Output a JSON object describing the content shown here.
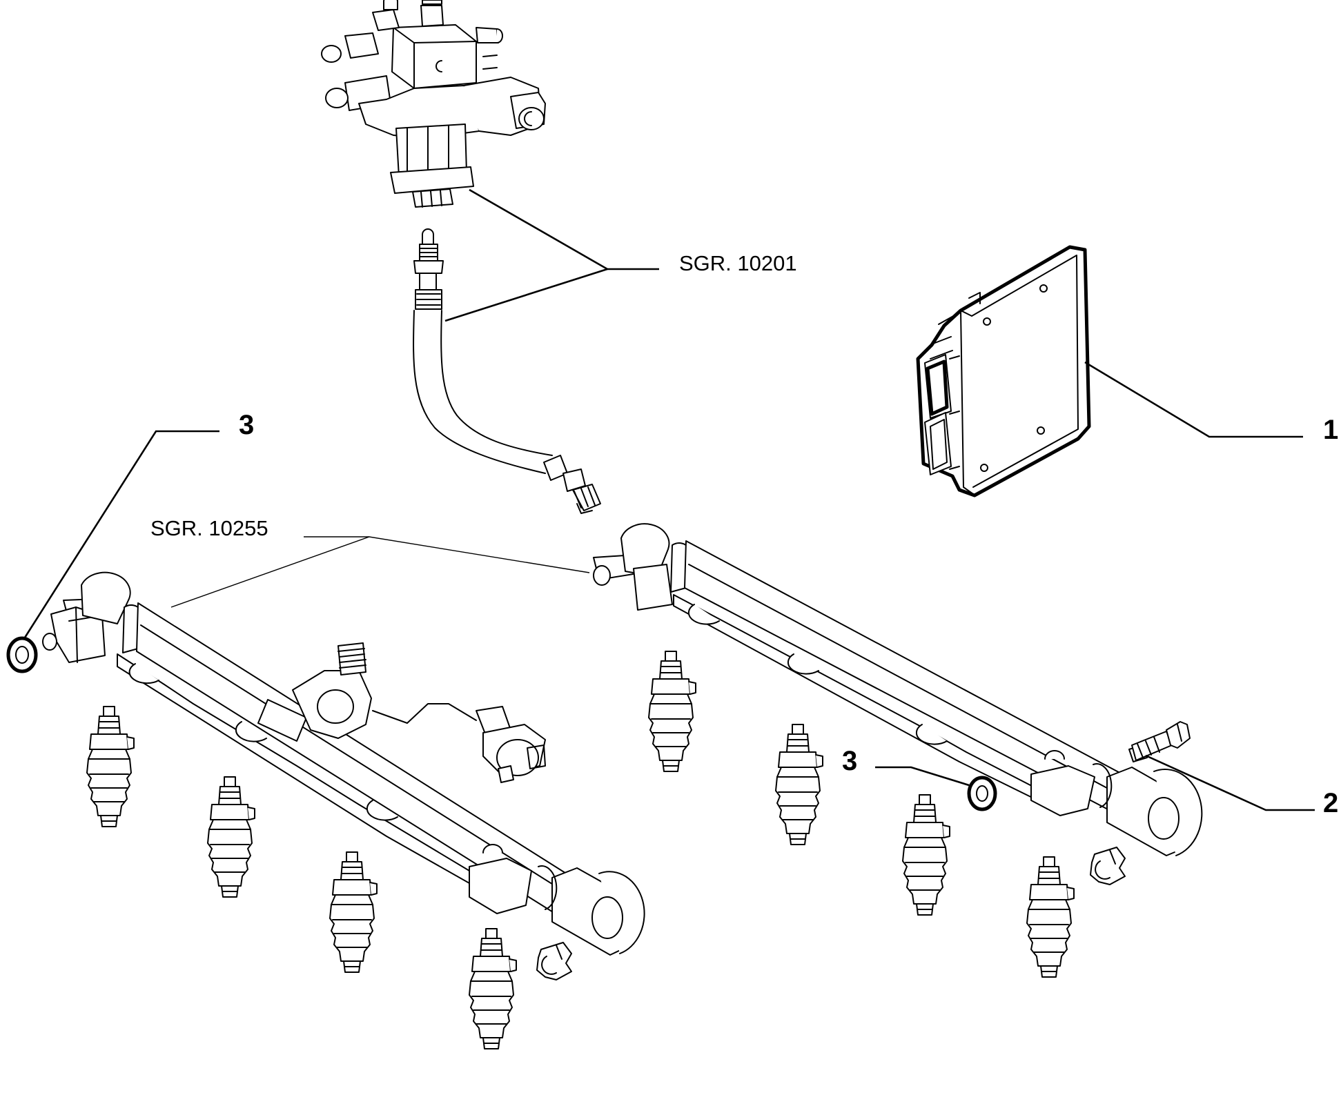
{
  "callouts": {
    "item_1": "1",
    "item_2": "2",
    "item_3_left": "3",
    "item_3_right": "3"
  },
  "references": {
    "pump_group": "SGR. 10201",
    "rail_group": "SGR. 10255"
  }
}
